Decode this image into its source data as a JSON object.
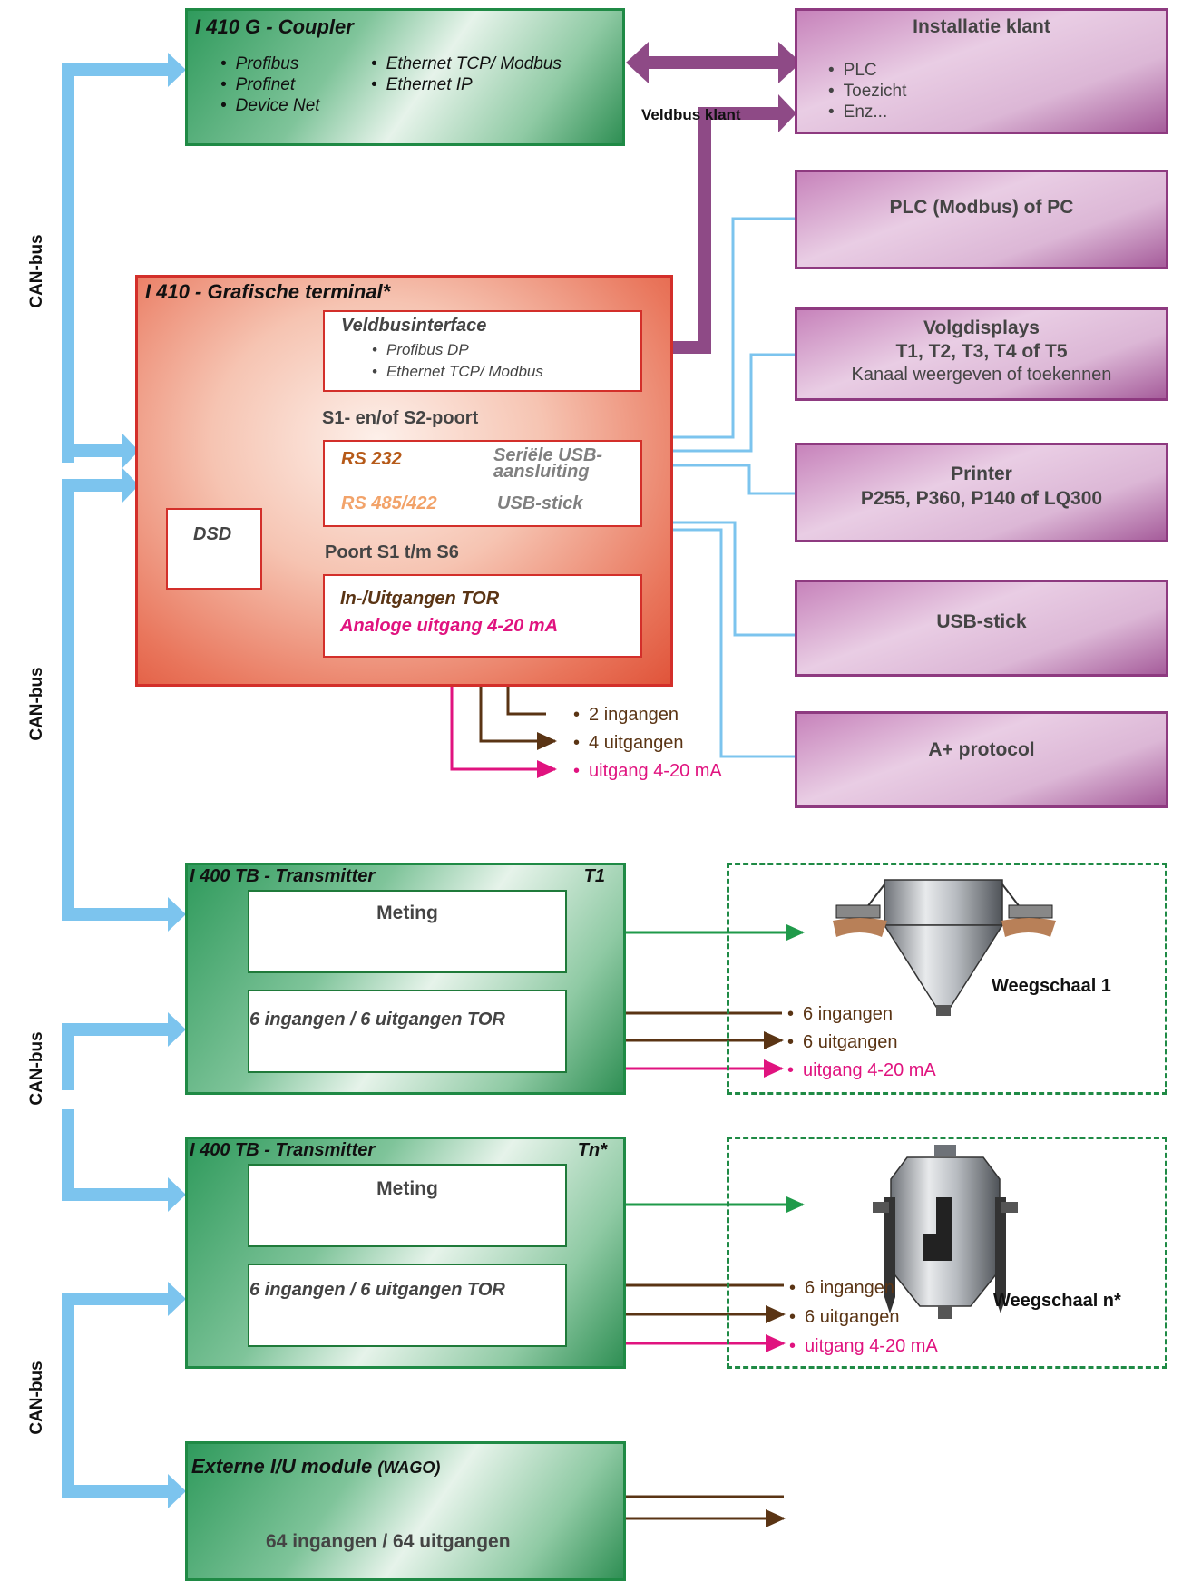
{
  "coupler": {
    "title": "I 410 G - Coupler",
    "col1": [
      "Profibus",
      "Profinet",
      "Device Net"
    ],
    "col2": [
      "Ethernet TCP/ Modbus",
      "Ethernet IP"
    ]
  },
  "installatie": {
    "title": "Installatie klant",
    "items": [
      "PLC",
      "Toezicht",
      "Enz..."
    ]
  },
  "veldbus_label": "Veldbus klant",
  "plc": {
    "title": "PLC (Modbus) of PC"
  },
  "terminal": {
    "title": "I 410 - Grafische terminal*",
    "veldbus": {
      "title": "Veldbusinterface",
      "items": [
        "Profibus DP",
        "Ethernet TCP/ Modbus"
      ]
    },
    "s_port_label": "S1- en/of S2-poort",
    "rs232": "RS 232",
    "rs485": "RS 485/422",
    "usb_serial_1": "Seriële USB-",
    "usb_serial_2": "aansluiting",
    "usb_stick": "USB-stick",
    "dsd": "DSD",
    "poort_label": "Poort S1 t/m S6",
    "io_tor": "In-/Uitgangen TOR",
    "io_analog": "Analoge uitgang 4-20 mA"
  },
  "terminal_io": [
    "2 ingangen",
    "4 uitgangen",
    "uitgang 4-20 mA"
  ],
  "volgdisplays": {
    "line1": "Volgdisplays",
    "line2": "T1, T2, T3, T4 of T5",
    "line3": "Kanaal weergeven of toekennen"
  },
  "printer": {
    "line1": "Printer",
    "line2": "P255, P360, P140 of LQ300"
  },
  "usb": {
    "title": "USB-stick"
  },
  "aplus": {
    "title": "A+ protocol"
  },
  "can_labels": [
    "CAN-bus",
    "CAN-bus",
    "CAN-bus",
    "CAN-bus"
  ],
  "transmitter1": {
    "title": "I 400 TB - Transmitter",
    "tag": "T1",
    "meting": "Meting",
    "io": "6 ingangen / 6 uitgangen TOR"
  },
  "scale1": {
    "name": "Weegschaal 1",
    "io": [
      "6 ingangen",
      "6 uitgangen",
      "uitgang 4-20 mA"
    ]
  },
  "transmitter2": {
    "title": "I 400 TB - Transmitter",
    "tag": "Tn*",
    "meting": "Meting",
    "io": "6 ingangen / 6 uitgangen TOR"
  },
  "scale2": {
    "name": "Weegschaal n*",
    "io": [
      "6 ingangen",
      "6 uitgangen",
      "uitgang 4-20 mA"
    ]
  },
  "wago": {
    "title_main": "Externe I/U module",
    "title_paren": "(WAGO)",
    "io": "64 ingangen / 64 uitgangen"
  },
  "colors": {
    "can_bus": "#7cc4ee",
    "fieldbus": "#8e4a86",
    "serial": "#7cc4ee",
    "input_output": "#5a3414",
    "analog": "#e0137f",
    "weigh_link": "#1f9a4a"
  }
}
